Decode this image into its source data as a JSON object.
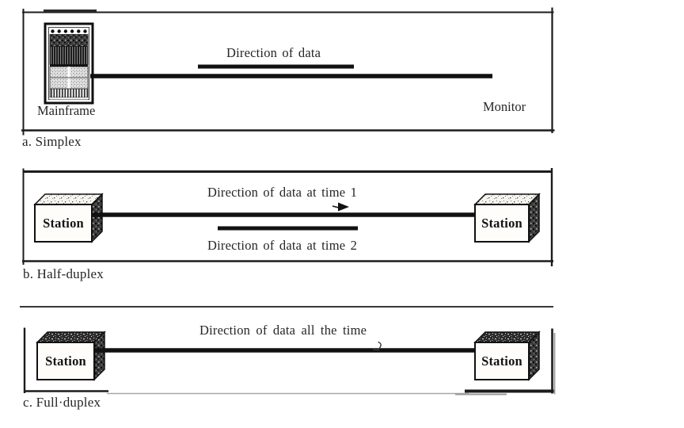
{
  "background_color": "#ffffff",
  "ink_color": "#1c1c1c",
  "panels": {
    "a": {
      "caption": "a. Simplex",
      "flow1_label": "Direction of data",
      "left_device_label": "Mainframe",
      "left_device_icon": "mainframe-tower-icon",
      "right_device_label": "Monitor"
    },
    "b": {
      "caption": "b. Half-duplex",
      "flow1_label": "Direction of data at time 1",
      "flow2_label": "Direction of data at time 2",
      "left_device_label": "Station",
      "left_device_icon": "station-box-icon",
      "right_device_label": "Station",
      "right_device_icon": "station-box-icon"
    },
    "c": {
      "caption": "c. Full·duplex",
      "flow1_label": "Direction of data all the time",
      "left_device_label": "Station",
      "left_device_icon": "station-box-icon",
      "right_device_label": "Station",
      "right_device_icon": "station-box-icon"
    }
  }
}
